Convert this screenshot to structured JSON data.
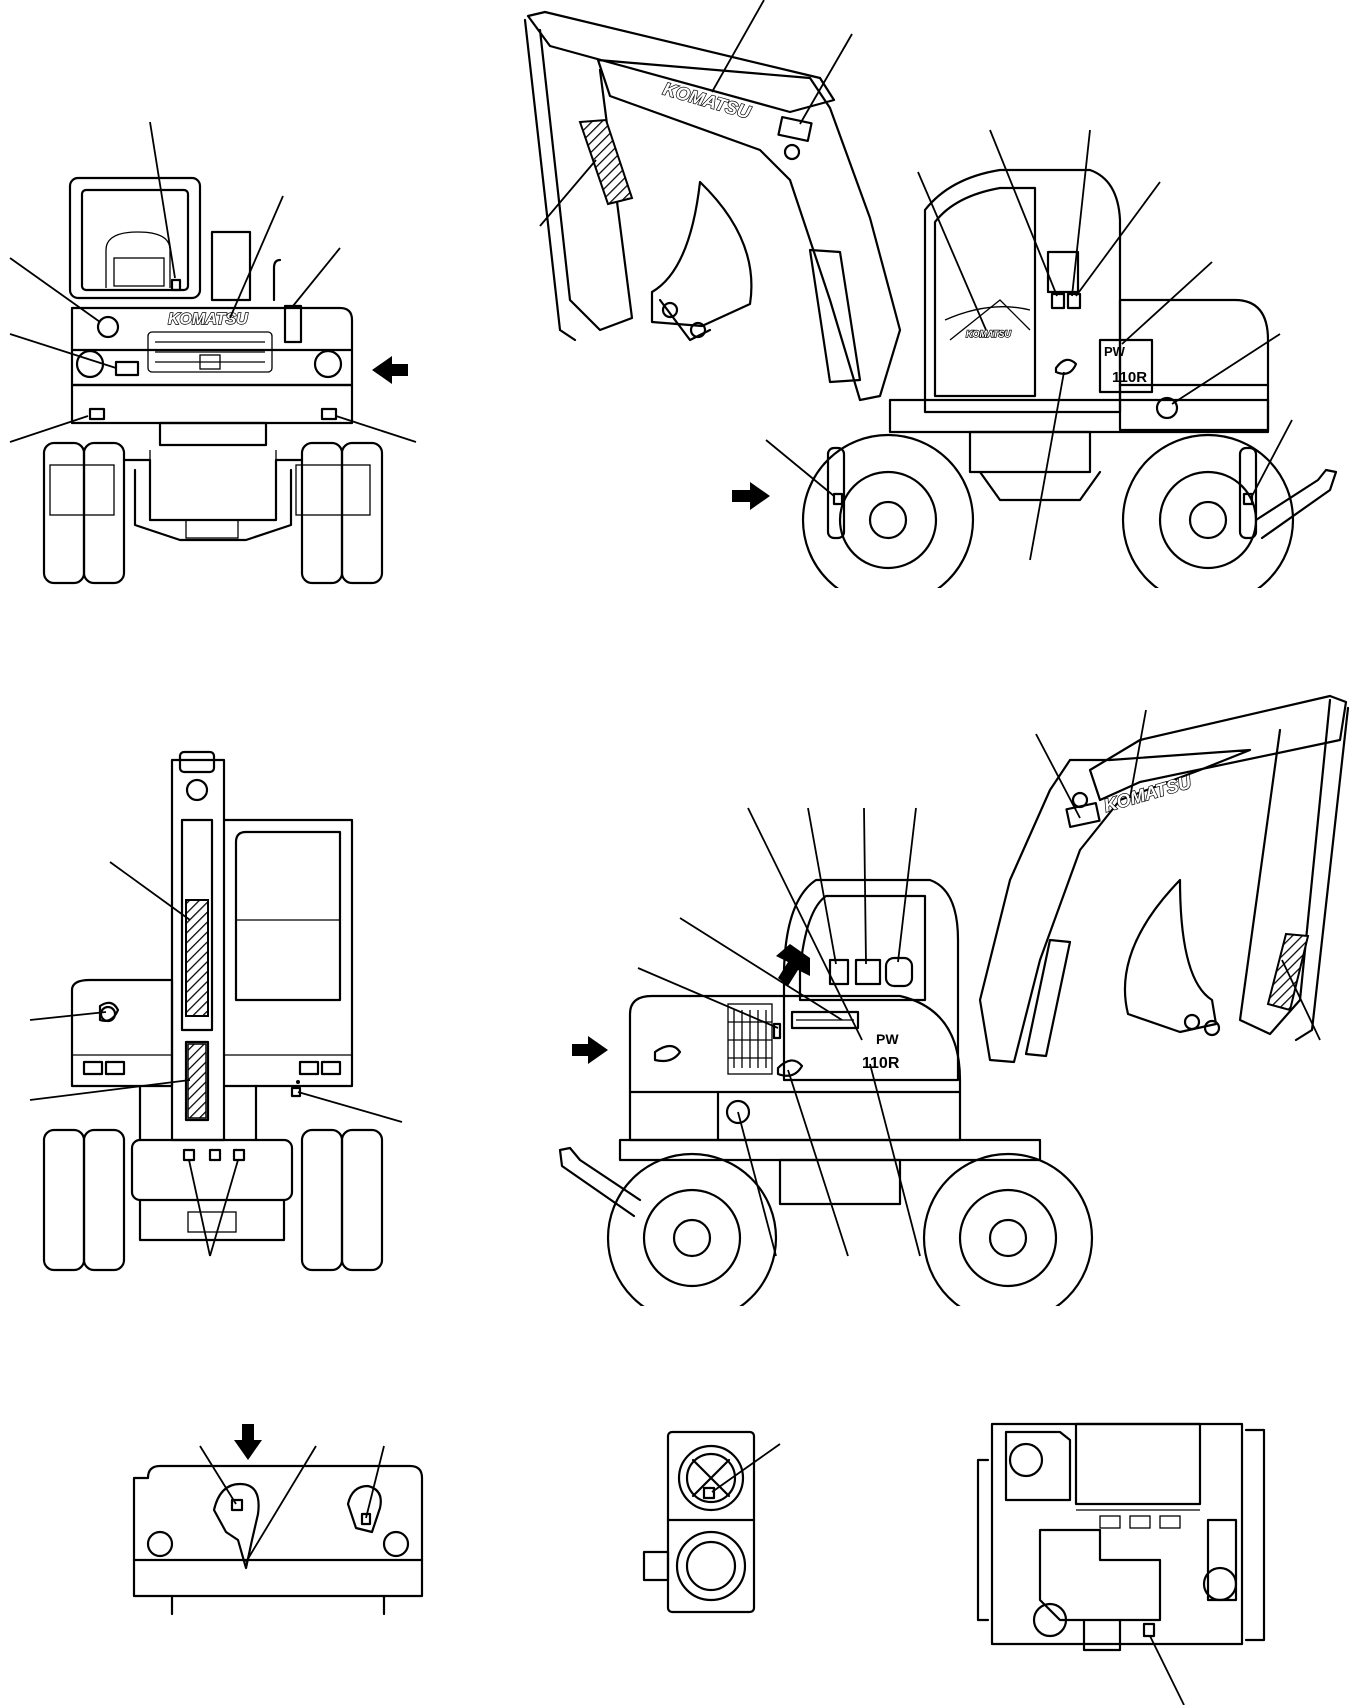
{
  "brand_logo_text": "KOMATSU",
  "model_label_line1": "PW",
  "model_label_line2": "110R"
}
